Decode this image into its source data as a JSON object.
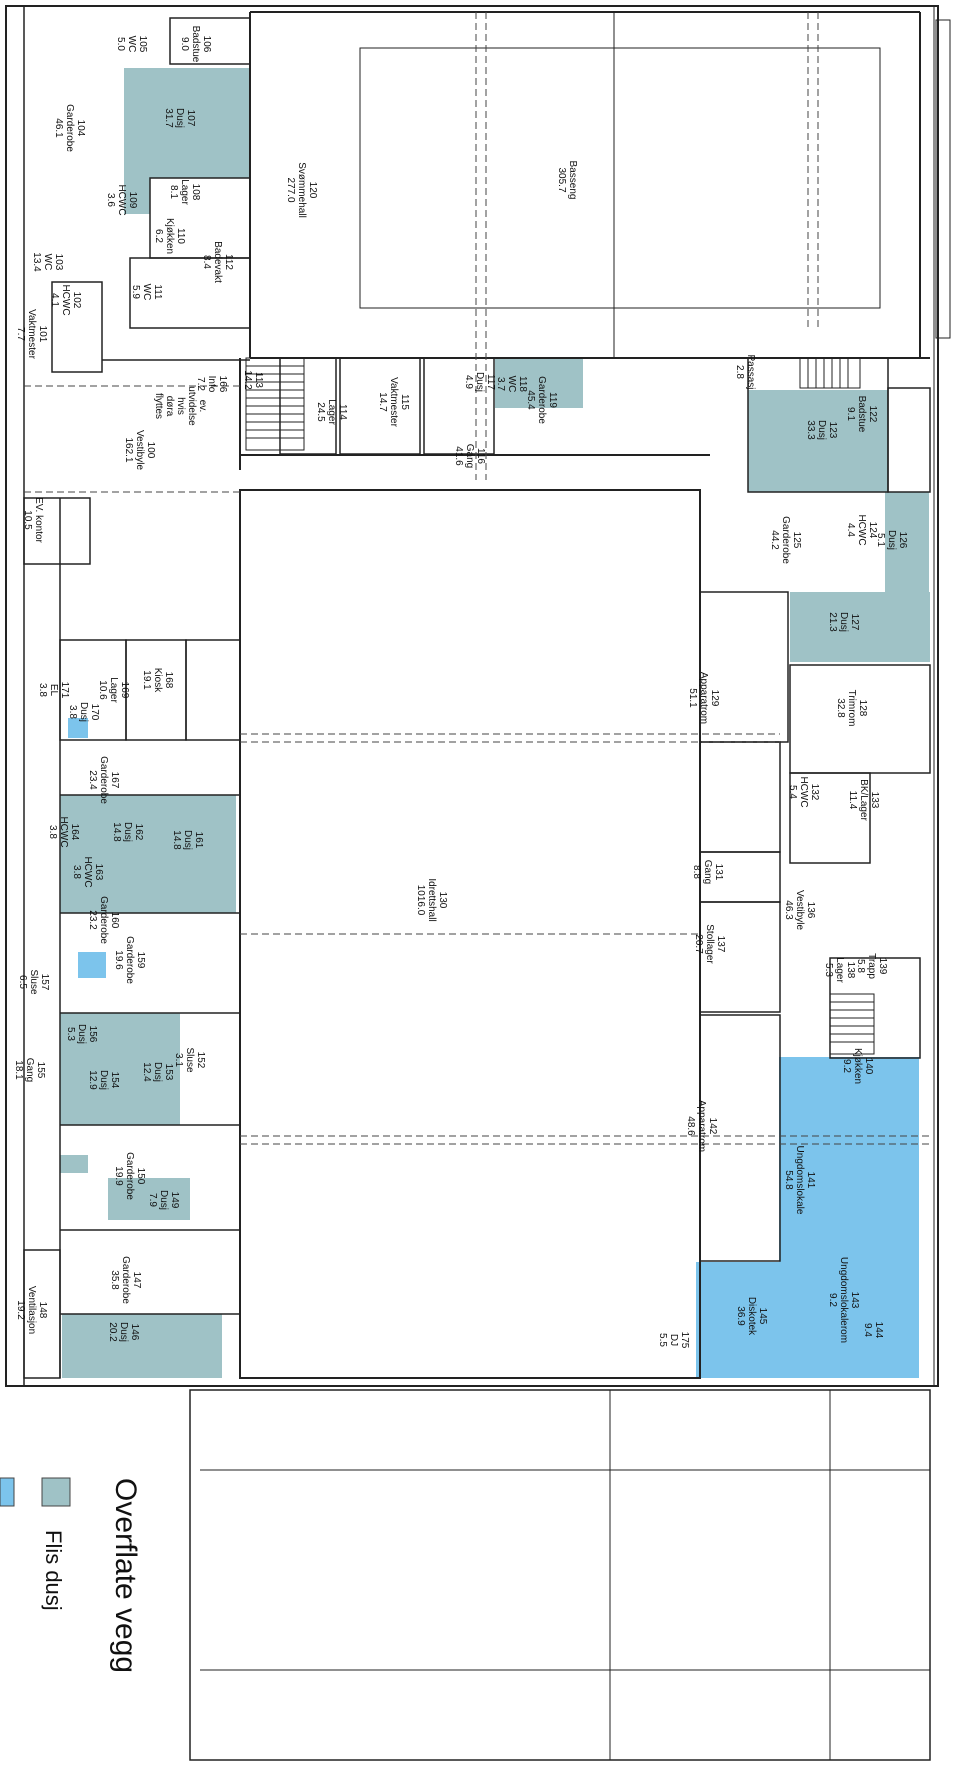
{
  "title": "Overflate vegg",
  "legend": [
    {
      "label": "Flis dusj",
      "color": "#9fc2c6"
    },
    {
      "label": "",
      "color": "#7cc4ec"
    }
  ],
  "colors": {
    "tile": "#9fc2c6",
    "blue": "#7cc4ec",
    "wall": "#222222"
  },
  "rooms": [
    {
      "id": "r106",
      "lines": [
        "106",
        "Badstue",
        "9.0"
      ],
      "fill": "none"
    },
    {
      "id": "r105",
      "lines": [
        "105",
        "WC",
        "5.0"
      ],
      "fill": "none"
    },
    {
      "id": "r104",
      "lines": [
        "104",
        "Garderobe",
        "46.1"
      ],
      "fill": "none"
    },
    {
      "id": "r107",
      "lines": [
        "107",
        "Dusj",
        "31.7"
      ],
      "fill": "tile"
    },
    {
      "id": "r108",
      "lines": [
        "108",
        "Lager",
        "8.1"
      ],
      "fill": "none"
    },
    {
      "id": "r109",
      "lines": [
        "109",
        "HCWC",
        "3.6"
      ],
      "fill": "tile"
    },
    {
      "id": "r110",
      "lines": [
        "110",
        "Kjøkken",
        "6.2"
      ],
      "fill": "none"
    },
    {
      "id": "r112",
      "lines": [
        "112",
        "Badevakt",
        "8.4"
      ],
      "fill": "none"
    },
    {
      "id": "r103",
      "lines": [
        "103",
        "WC",
        "13.4"
      ],
      "fill": "none"
    },
    {
      "id": "r111",
      "lines": [
        "111",
        "WC",
        "5.9"
      ],
      "fill": "none"
    },
    {
      "id": "r102",
      "lines": [
        "102",
        "HCWC",
        "4.1"
      ],
      "fill": "none"
    },
    {
      "id": "r101",
      "lines": [
        "101",
        "Vaktmester",
        "7.7"
      ],
      "fill": "none"
    },
    {
      "id": "r120",
      "lines": [
        "120",
        "Svømmehall",
        "277.0"
      ],
      "fill": "none"
    },
    {
      "id": "r166",
      "lines": [
        "166",
        "Info",
        "7.2"
      ],
      "fill": "none"
    },
    {
      "id": "r165",
      "lines": [
        "ev.",
        "utvidelse",
        "hvis",
        "døra",
        "flyttes"
      ],
      "fill": "none"
    },
    {
      "id": "r100",
      "lines": [
        "100",
        "Vestibyle",
        "162.1"
      ],
      "fill": "none"
    },
    {
      "id": "r113",
      "lines": [
        "113",
        "14.2"
      ],
      "fill": "none"
    },
    {
      "id": "r114",
      "lines": [
        "114",
        "Lager",
        "24.5"
      ],
      "fill": "none"
    },
    {
      "id": "r115",
      "lines": [
        "115",
        "Vaktmester",
        "14.7"
      ],
      "fill": "none"
    },
    {
      "id": "r117",
      "lines": [
        "117",
        "Dusj",
        "4.9"
      ],
      "fill": "tile"
    },
    {
      "id": "r118",
      "lines": [
        "118",
        "WC",
        "3.7"
      ],
      "fill": "tile"
    },
    {
      "id": "r116",
      "lines": [
        "116",
        "Gang",
        "41.6"
      ],
      "fill": "none"
    },
    {
      "id": "r119",
      "lines": [
        "119",
        "Garderobe",
        "45.4"
      ],
      "fill": "none"
    },
    {
      "id": "rbasseng",
      "lines": [
        "Basseng",
        "305.7"
      ],
      "fill": "none"
    },
    {
      "id": "rpassasj",
      "lines": [
        "Passasj",
        "2.8"
      ],
      "fill": "none"
    },
    {
      "id": "r123",
      "lines": [
        "123",
        "Dusj",
        "33.3"
      ],
      "fill": "tile"
    },
    {
      "id": "r122",
      "lines": [
        "122",
        "Badstue",
        "9.1"
      ],
      "fill": "none"
    },
    {
      "id": "rev",
      "lines": [
        "EV. kontor",
        "10.5"
      ],
      "fill": "none"
    },
    {
      "id": "r125",
      "lines": [
        "125",
        "Garderobe",
        "44.2"
      ],
      "fill": "none"
    },
    {
      "id": "r124",
      "lines": [
        "124",
        "HCWC",
        "4.4"
      ],
      "fill": "tile"
    },
    {
      "id": "r126",
      "lines": [
        "126",
        "Dusj",
        "5.1"
      ],
      "fill": "tile"
    },
    {
      "id": "r127",
      "lines": [
        "127",
        "Dusj",
        "21.3"
      ],
      "fill": "tile"
    },
    {
      "id": "r171",
      "lines": [
        "171",
        "EL",
        "3.8"
      ],
      "fill": "none"
    },
    {
      "id": "r169",
      "lines": [
        "169",
        "Lager",
        "10.6"
      ],
      "fill": "none"
    },
    {
      "id": "r168",
      "lines": [
        "168",
        "Kiosk",
        "19.1"
      ],
      "fill": "none"
    },
    {
      "id": "r170",
      "lines": [
        "170",
        "Dusj",
        "3.8"
      ],
      "fill": "none"
    },
    {
      "id": "r129",
      "lines": [
        "129",
        "Apparatrom",
        "51.1"
      ],
      "fill": "none"
    },
    {
      "id": "r128",
      "lines": [
        "128",
        "Trimrom",
        "32.8"
      ],
      "fill": "none"
    },
    {
      "id": "r167",
      "lines": [
        "167",
        "Garderobe",
        "23.4"
      ],
      "fill": "none"
    },
    {
      "id": "r132",
      "lines": [
        "132",
        "HCWC",
        "5.4"
      ],
      "fill": "none"
    },
    {
      "id": "r133",
      "lines": [
        "133",
        "BK/Lager",
        "11.4"
      ],
      "fill": "none"
    },
    {
      "id": "r164",
      "lines": [
        "164",
        "HCWC",
        "3.8"
      ],
      "fill": "tile"
    },
    {
      "id": "r162",
      "lines": [
        "162",
        "Dusj",
        "14.8"
      ],
      "fill": "tile"
    },
    {
      "id": "r161",
      "lines": [
        "161",
        "Dusj",
        "14.8"
      ],
      "fill": "tile"
    },
    {
      "id": "r163",
      "lines": [
        "163",
        "HCWC",
        "3.8"
      ],
      "fill": "tile"
    },
    {
      "id": "r130",
      "lines": [
        "130",
        "Idrettshall",
        "1016.0"
      ],
      "fill": "none"
    },
    {
      "id": "r131",
      "lines": [
        "131",
        "Gang",
        "8.8"
      ],
      "fill": "none"
    },
    {
      "id": "r136",
      "lines": [
        "136",
        "Vestibyle",
        "46.3"
      ],
      "fill": "none"
    },
    {
      "id": "r160",
      "lines": [
        "160",
        "Garderobe",
        "23.2"
      ],
      "fill": "none"
    },
    {
      "id": "r159",
      "lines": [
        "159",
        "Garderobe",
        "19.6"
      ],
      "fill": "none"
    },
    {
      "id": "r137",
      "lines": [
        "137",
        "Stollager",
        "20.7"
      ],
      "fill": "none"
    },
    {
      "id": "r138",
      "lines": [
        "138",
        "Lager",
        "5.3"
      ],
      "fill": "none"
    },
    {
      "id": "r139",
      "lines": [
        "139",
        "Trapp",
        "5.8"
      ],
      "fill": "none"
    },
    {
      "id": "r157",
      "lines": [
        "157",
        "Sluse",
        "6.5"
      ],
      "fill": "none"
    },
    {
      "id": "r156",
      "lines": [
        "156",
        "Dusj",
        "5.3"
      ],
      "fill": "tile"
    },
    {
      "id": "r154",
      "lines": [
        "154",
        "Dusj",
        "12.9"
      ],
      "fill": "tile"
    },
    {
      "id": "r153",
      "lines": [
        "153",
        "Dusj",
        "12.4"
      ],
      "fill": "tile"
    },
    {
      "id": "r152",
      "lines": [
        "152",
        "Sluse",
        "3.1"
      ],
      "fill": "none"
    },
    {
      "id": "r140",
      "lines": [
        "140",
        "Kjøkken",
        "9.2"
      ],
      "fill": "blue"
    },
    {
      "id": "r155",
      "lines": [
        "155",
        "Gang",
        "18.1"
      ],
      "fill": "none"
    },
    {
      "id": "r142",
      "lines": [
        "142",
        "Apparatrom",
        "48.6"
      ],
      "fill": "none"
    },
    {
      "id": "r141",
      "lines": [
        "141",
        "Ungdomslokale",
        "54.8"
      ],
      "fill": "blue"
    },
    {
      "id": "r150",
      "lines": [
        "150",
        "Garderobe",
        "19.9"
      ],
      "fill": "none"
    },
    {
      "id": "r149",
      "lines": [
        "149",
        "Dusj",
        "7.9"
      ],
      "fill": "tile"
    },
    {
      "id": "r147",
      "lines": [
        "147",
        "Garderobe",
        "35.8"
      ],
      "fill": "none"
    },
    {
      "id": "r143",
      "lines": [
        "143",
        "Ungdomslokalerom",
        "9.2"
      ],
      "fill": "blue"
    },
    {
      "id": "r144",
      "lines": [
        "144",
        "9.4"
      ],
      "fill": "blue"
    },
    {
      "id": "r148",
      "lines": [
        "148",
        "Ventilasjon",
        "19.2"
      ],
      "fill": "none"
    },
    {
      "id": "r146",
      "lines": [
        "146",
        "Dusj",
        "20.2"
      ],
      "fill": "tile"
    },
    {
      "id": "r145",
      "lines": [
        "145",
        "Diskotek",
        "36.9"
      ],
      "fill": "blue"
    },
    {
      "id": "r175",
      "lines": [
        "175",
        "DJ",
        "5.5"
      ],
      "fill": "blue"
    }
  ]
}
